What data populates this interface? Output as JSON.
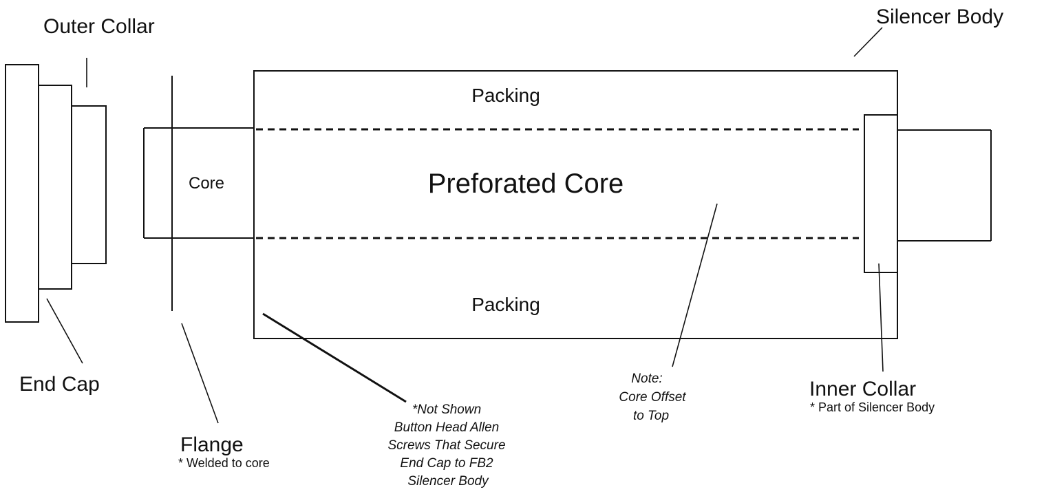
{
  "labels": {
    "outer_collar": "Outer Collar",
    "silencer_body": "Silencer Body",
    "packing_top": "Packing",
    "packing_bottom": "Packing",
    "core": "Core",
    "perforated_core": "Preforated Core",
    "end_cap": "End Cap",
    "flange": "Flange",
    "flange_note": "* Welded to core",
    "inner_collar": "Inner Collar",
    "inner_collar_note": "* Part of Silencer Body"
  },
  "notes": {
    "not_shown": [
      "*Not Shown",
      "Button Head Allen",
      "Screws That Secure",
      "End Cap to FB2",
      "Silencer Body"
    ],
    "core_offset": [
      "Note:",
      "Core Offset",
      "to Top"
    ]
  },
  "colors": {
    "line": "#111111",
    "background": "#ffffff"
  }
}
